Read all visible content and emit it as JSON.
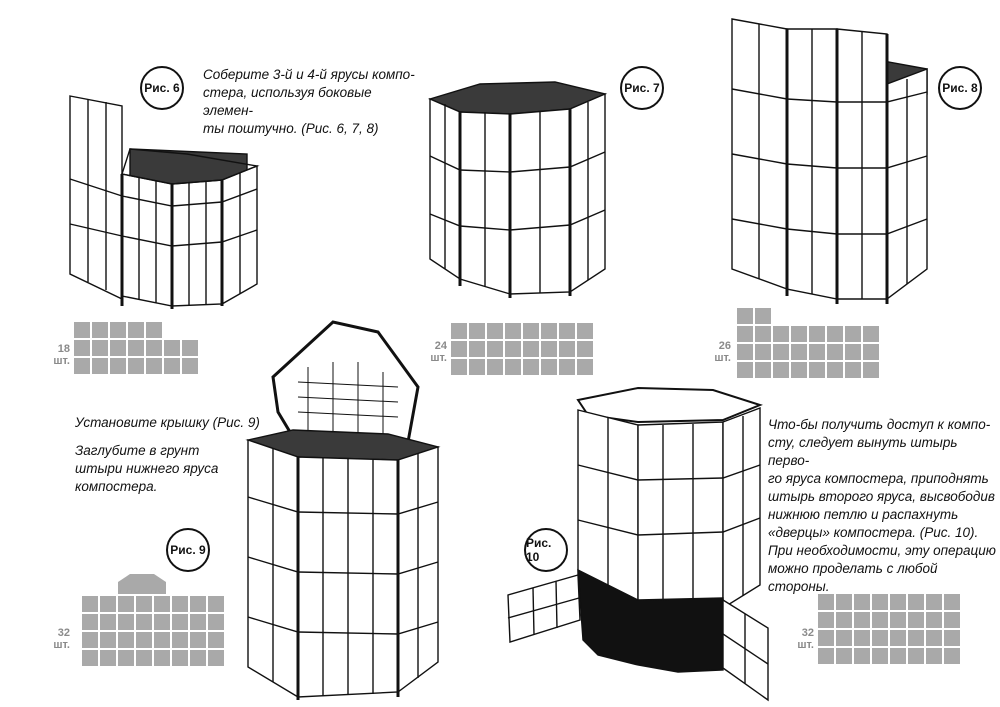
{
  "colors": {
    "ink": "#111111",
    "panel": "#ffffff",
    "dark": "#3a3a3a",
    "tile": "#a9a9a9",
    "count": "#8a8a8a"
  },
  "figures": {
    "fig6": {
      "label": "Рис. 6",
      "count": "18",
      "unit": "шт.",
      "rows": [
        5,
        7,
        7
      ]
    },
    "fig7": {
      "label": "Рис. 7",
      "count": "24",
      "unit": "шт.",
      "rows": [
        8,
        8,
        8
      ]
    },
    "fig8": {
      "label": "Рис. 8",
      "count": "26",
      "unit": "шт.",
      "rows": [
        2,
        8,
        8,
        8
      ]
    },
    "fig9": {
      "label": "Рис. 9",
      "count": "32",
      "unit": "шт.",
      "rows": [
        8,
        8,
        8,
        8
      ]
    },
    "fig10": {
      "label": "Рис. 10",
      "count": "32",
      "unit": "шт.",
      "rows": [
        8,
        8,
        8,
        8
      ]
    }
  },
  "text": {
    "step_tiers": [
      "Соберите 3-й и 4-й ярусы компо-",
      "стера, используя боковые элемен-",
      "ты поштучно. (Рис. 6, 7, 8)"
    ],
    "step_lid": "Установите крышку (Рис. 9)",
    "step_pins": [
      "Заглубите в грунт",
      "штыри нижнего яруса",
      "компостера."
    ],
    "step_access": [
      "Что-бы получить доступ к компо-",
      "сту, следует вынуть штырь перво-",
      "го яруса компостера, приподнять",
      "штырь второго яруса, высвободив",
      "нижнюю петлю и распахнуть",
      "«дверцы» компостера. (Рис. 10).",
      "При необходимости, эту операцию",
      "можно проделать с любой стороны."
    ]
  }
}
